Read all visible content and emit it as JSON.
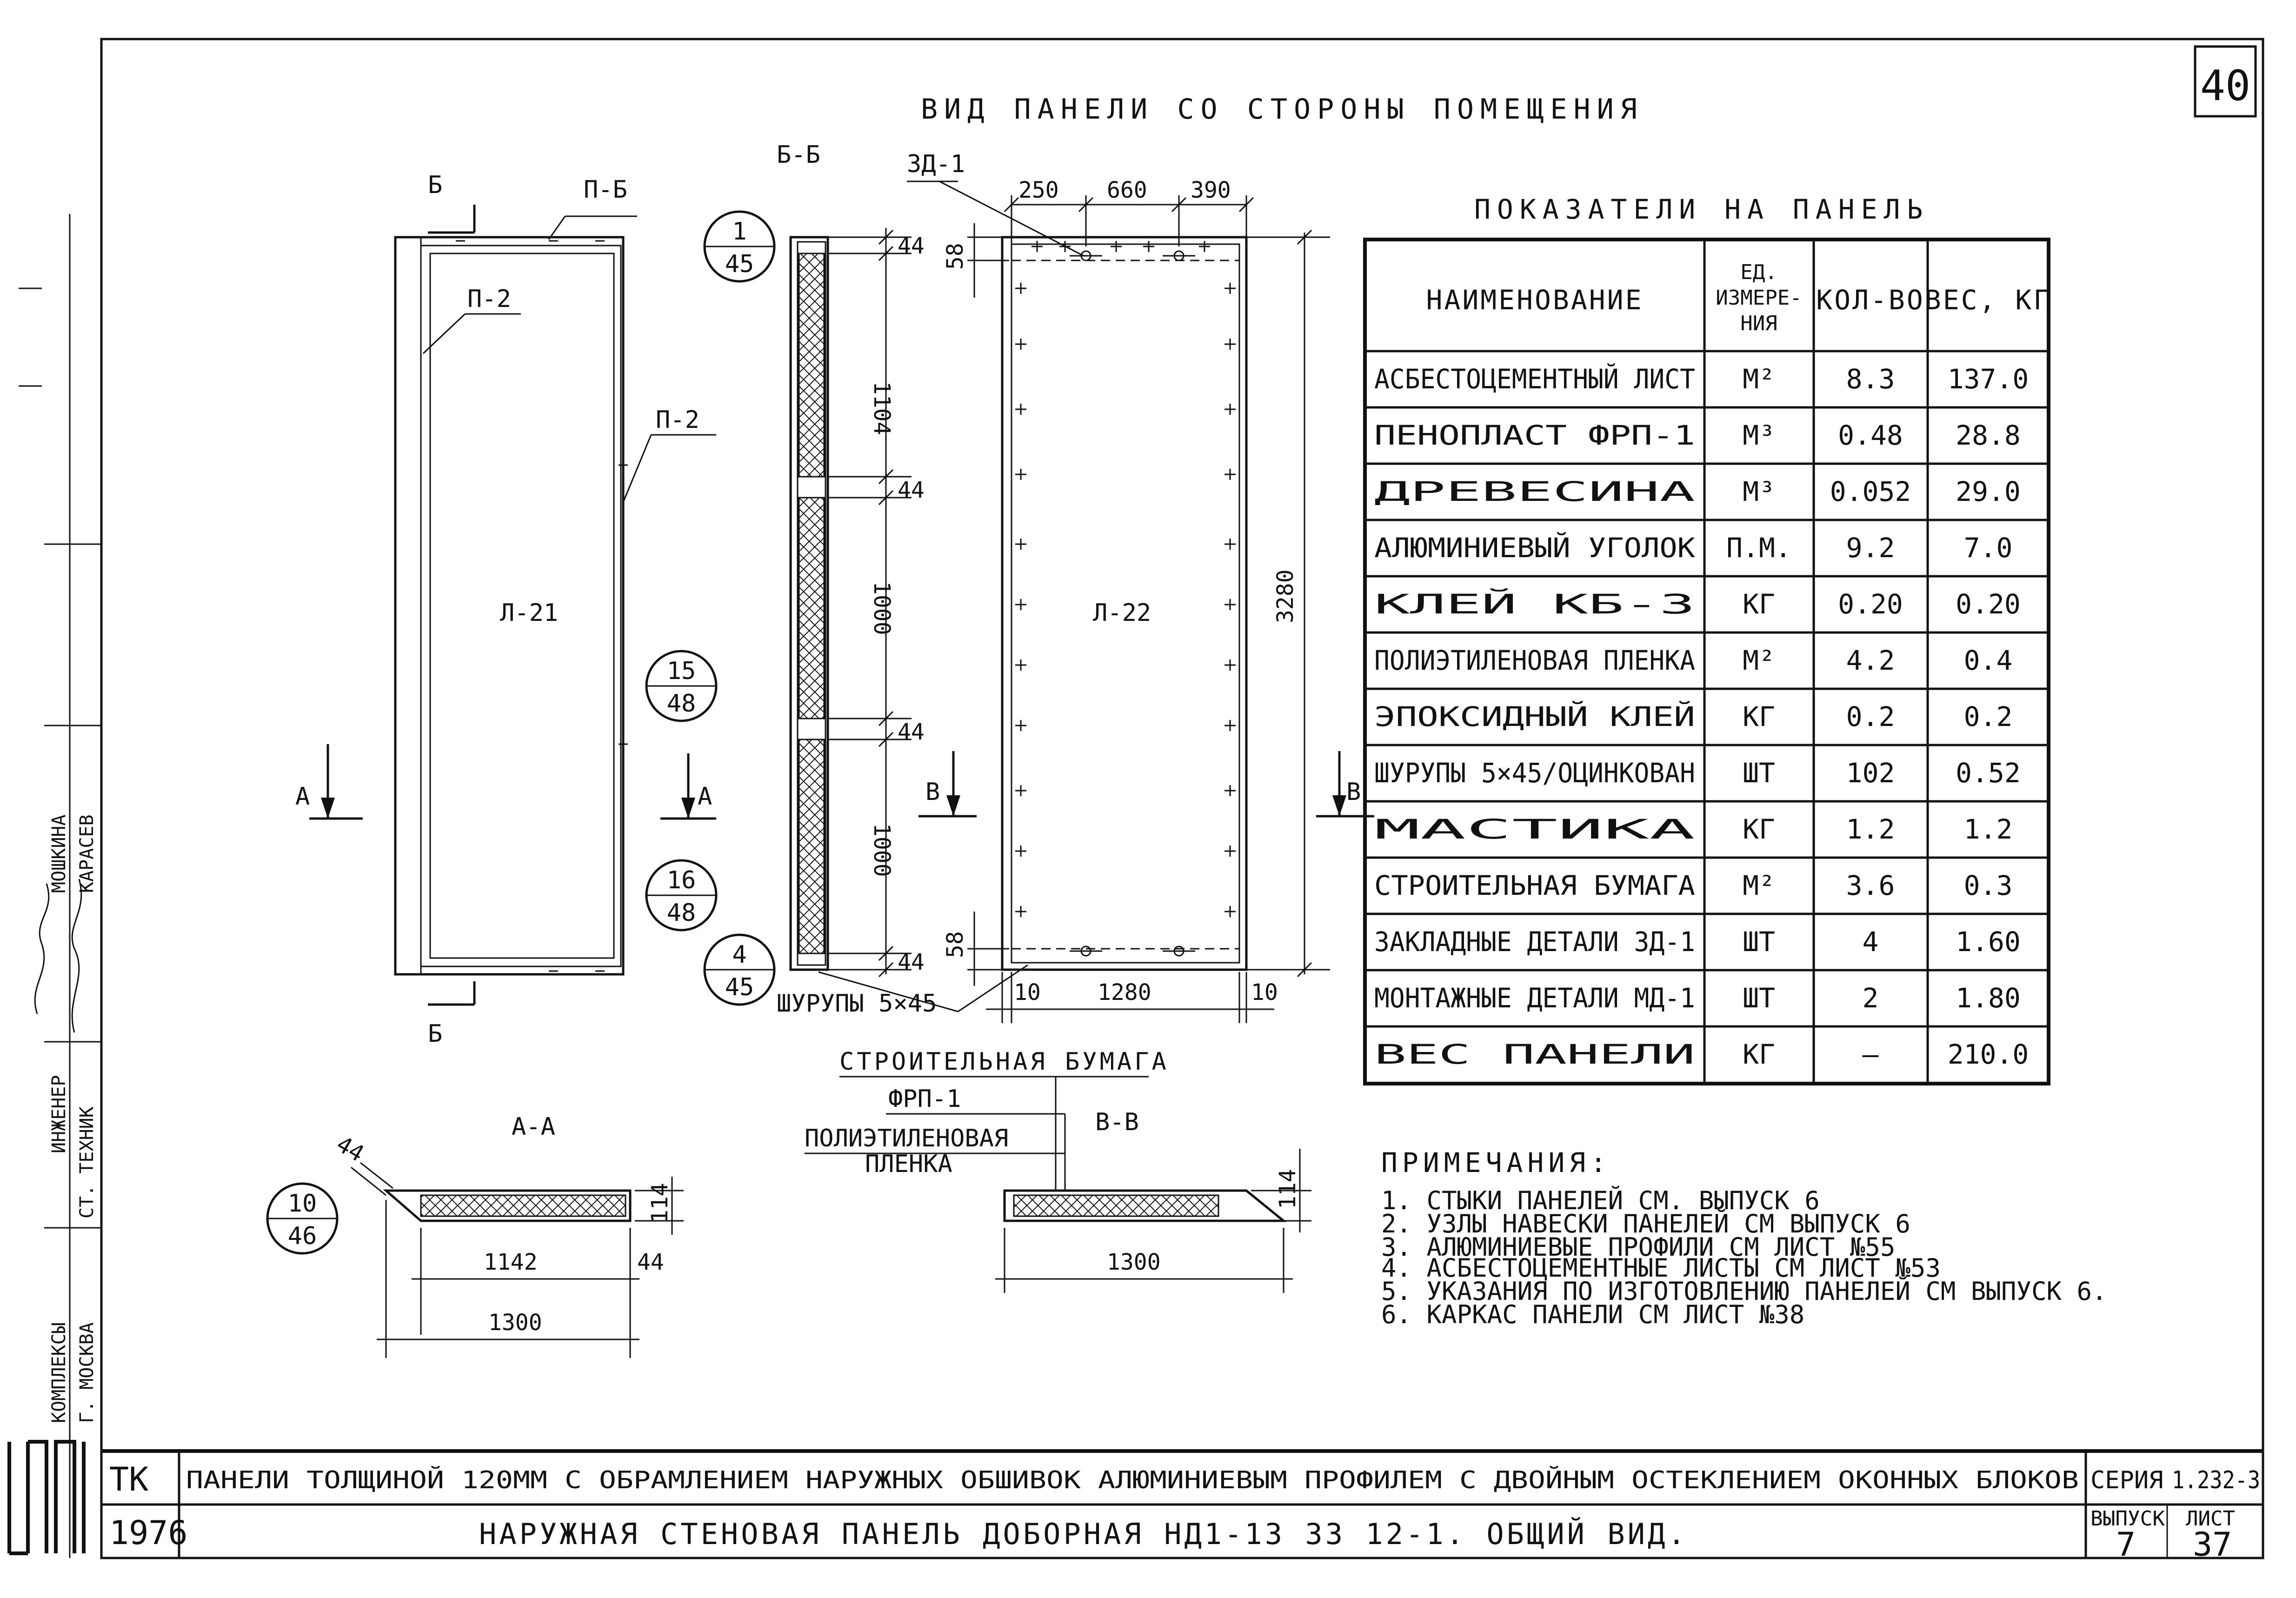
{
  "sheet_number": "40",
  "view_title": "ВИД ПАНЕЛИ СО СТОРОНЫ ПОМЕЩЕНИЯ",
  "view1": {
    "section_mark": "Б",
    "top_label": "П-Б",
    "left_label": "П-2",
    "right_label": "П-2",
    "panel_label": "Л-21",
    "cut_left": "А",
    "cut_right": "А",
    "bubbles": [
      {
        "top": "15",
        "bottom": "48"
      },
      {
        "top": "16",
        "bottom": "48"
      }
    ]
  },
  "section_bb": {
    "title": "Б-Б",
    "bubble_top": {
      "top": "1",
      "bottom": "45"
    },
    "bubble_bottom": {
      "top": "4",
      "bottom": "45"
    },
    "dims": [
      "44",
      "1104",
      "44",
      "1000",
      "44",
      "1000",
      "44"
    ],
    "screws": "ШУРУПЫ 5×45"
  },
  "view2": {
    "detail_label": "ЗД-1",
    "panel_label": "Л-22",
    "top_dims": [
      "250",
      "660",
      "390"
    ],
    "side_dim": "58",
    "side_dim_bottom": "58",
    "height_dim": "3280",
    "bottom_dims": [
      "10",
      "1280",
      "10"
    ],
    "cut_left": "В",
    "cut_right": "В"
  },
  "section_aa": {
    "title": "А-А",
    "bubble": {
      "top": "10",
      "bottom": "46"
    },
    "dims": [
      "44",
      "114",
      "1142",
      "44",
      "1300"
    ]
  },
  "section_vv": {
    "title": "В-В",
    "layers": [
      "СТРОИТЕЛЬНАЯ БУМАГА",
      "ФРП-1",
      "ПОЛИЭТИЛЕНОВАЯ",
      "ПЛЕНКА"
    ],
    "dims": [
      "114",
      "1300"
    ]
  },
  "table": {
    "title": "ПОКАЗАТЕЛИ НА ПАНЕЛЬ",
    "headers": [
      "НАИМЕНОВАНИЕ",
      "ЕД. ИЗМЕРЕ-НИЯ",
      "КОЛ-ВО",
      "ВЕС, КГ"
    ],
    "header_unit_lines": [
      "ЕД.",
      "ИЗМЕРЕ-",
      "НИЯ"
    ],
    "rows": [
      [
        "АСБЕСТОЦЕМЕНТНЫЙ ЛИСТ",
        "М²",
        "8.3",
        "137.0"
      ],
      [
        "ПЕНОПЛАСТ ФРП-1",
        "М³",
        "0.48",
        "28.8"
      ],
      [
        "ДРЕВЕСИНА",
        "М³",
        "0.052",
        "29.0"
      ],
      [
        "АЛЮМИНИЕВЫЙ УГОЛОК",
        "П.М.",
        "9.2",
        "7.0"
      ],
      [
        "КЛЕЙ КБ-3",
        "КГ",
        "0.20",
        "0.20"
      ],
      [
        "ПОЛИЭТИЛЕНОВАЯ ПЛЕНКА",
        "М²",
        "4.2",
        "0.4"
      ],
      [
        "ЭПОКСИДНЫЙ КЛЕЙ",
        "КГ",
        "0.2",
        "0.2"
      ],
      [
        "ШУРУПЫ 5×45/ОЦИНКОВАН",
        "ШТ",
        "102",
        "0.52"
      ],
      [
        "МАСТИКА",
        "КГ",
        "1.2",
        "1.2"
      ],
      [
        "СТРОИТЕЛЬНАЯ БУМАГА",
        "М²",
        "3.6",
        "0.3"
      ],
      [
        "ЗАКЛАДНЫЕ ДЕТАЛИ ЗД-1",
        "ШТ",
        "4",
        "1.60"
      ],
      [
        "МОНТАЖНЫЕ ДЕТАЛИ МД-1",
        "ШТ",
        "2",
        "1.80"
      ],
      [
        "ВЕС ПАНЕЛИ",
        "КГ",
        "—",
        "210.0"
      ]
    ]
  },
  "notes": {
    "title": "ПРИМЕЧАНИЯ:",
    "items": [
      "1. СТЫКИ ПАНЕЛЕЙ СМ. ВЫПУСК 6",
      "2. УЗЛЫ НАВЕСКИ ПАНЕЛЕЙ СМ ВЫПУСК 6",
      "3. АЛЮМИНИЕВЫЕ ПРОФИЛИ СМ ЛИСТ №55",
      "4. АСБЕСТОЦЕМЕНТНЫЕ ЛИСТЫ СМ ЛИСТ №53",
      "5. УКАЗАНИЯ ПО ИЗГОТОВЛЕНИЮ ПАНЕЛЕЙ СМ ВЫПУСК 6.",
      "6. КАРКАС ПАНЕЛИ СМ ЛИСТ №38"
    ]
  },
  "stamp": {
    "org": "ТК",
    "year": "1976",
    "line1": "ПАНЕЛИ ТОЛЩИНОЙ 120ММ С ОБРАМЛЕНИЕМ НАРУЖНЫХ ОБШИВОК АЛЮМИНИЕВЫМ ПРОФИЛЕМ С ДВОЙНЫМ ОСТЕКЛЕНИЕМ ОКОННЫХ БЛОКОВ",
    "line2": "НАРУЖНАЯ СТЕНОВАЯ ПАНЕЛЬ ДОБОРНАЯ НД1-13 33 12-1. ОБЩИЙ ВИД.",
    "series_label": "СЕРИЯ",
    "series_value": "1.232-3",
    "issue_label": "ВЫПУСК",
    "issue_value": "7",
    "sheet_label": "ЛИСТ",
    "sheet_value": "37"
  },
  "side_block": {
    "names": [
      "МОШКИНА",
      "КАРАСЕВ"
    ],
    "roles": [
      "ИНЖЕНЕР",
      "СТ. ТЕХНИК"
    ],
    "org_lines": [
      "КОМПЛЕКСЫ",
      "Г. МОСКВА"
    ]
  }
}
